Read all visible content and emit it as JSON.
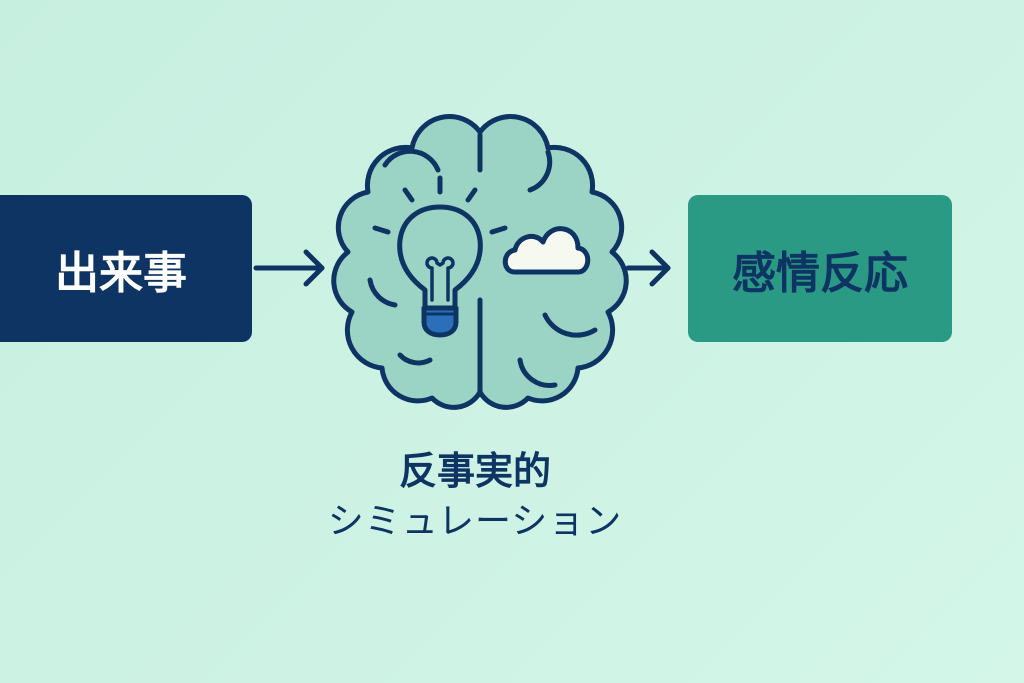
{
  "event_box": {
    "label": "出来事"
  },
  "emotion_box": {
    "label": "感情反応"
  },
  "center_label": {
    "line1": "反事実的",
    "line2": "シミュレーション"
  },
  "colors": {
    "background": "#c9f0e1",
    "event": "#0e3463",
    "emotion": "#2b9a84",
    "brain": "#9bd3c4",
    "outline": "#0e3463"
  }
}
